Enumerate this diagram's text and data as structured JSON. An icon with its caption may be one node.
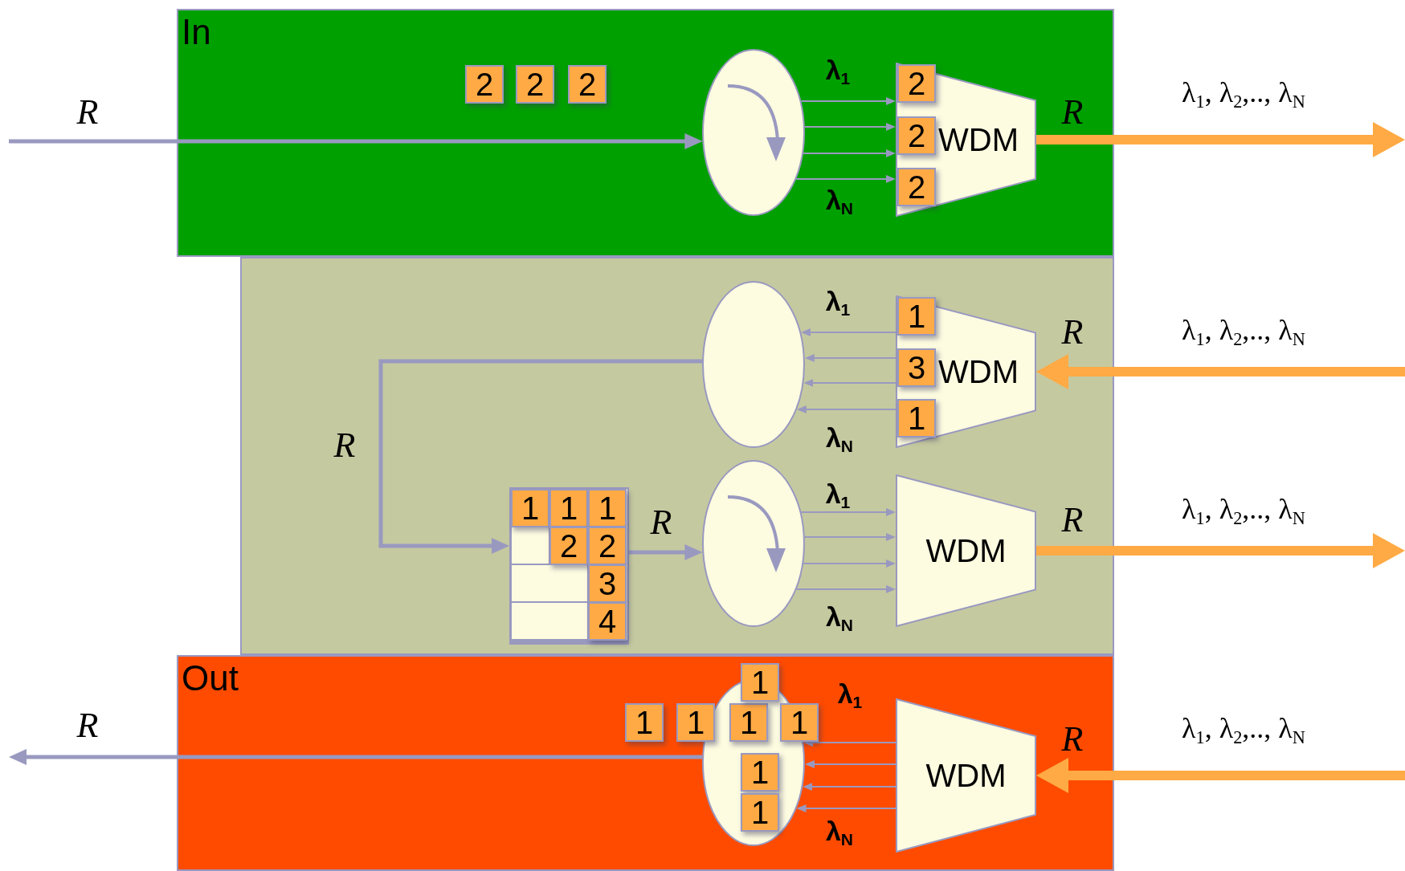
{
  "diagram": {
    "nodes": [
      {
        "text": [
          "In"
        ]
      },
      {
        "text": [
          "2"
        ],
        "in": 0
      },
      {
        "text": [
          "2"
        ],
        "in": 0
      },
      {
        "text": [
          "2"
        ],
        "in": 0
      },
      {
        "text": [],
        "shape": "circle",
        "in": 0
      },
      {
        "text": [
          "WDM"
        ],
        "in": 0
      },
      {
        "text": [
          "2"
        ],
        "in": 5
      },
      {
        "text": [
          "2"
        ],
        "in": 5
      },
      {
        "text": [
          "2"
        ],
        "in": 5
      },
      {
        "text": [],
        "shape": "box"
      },
      {
        "text": [],
        "shape": "circle",
        "in": 9
      },
      {
        "text": [
          "WDM"
        ],
        "in": 9
      },
      {
        "text": [
          "1"
        ],
        "in": 11
      },
      {
        "text": [
          "3"
        ],
        "in": 11
      },
      {
        "text": [
          "1"
        ],
        "in": 11
      },
      {
        "text": [],
        "shape": "box",
        "in": 9
      },
      {
        "text": [
          "1"
        ],
        "in": 15
      },
      {
        "text": [
          "1"
        ],
        "in": 15
      },
      {
        "text": [
          "1"
        ],
        "in": 15
      },
      {
        "text": [
          "2"
        ],
        "in": 15
      },
      {
        "text": [
          "2"
        ],
        "in": 15
      },
      {
        "text": [
          "3"
        ],
        "in": 15
      },
      {
        "text": [
          "4"
        ],
        "in": 15
      },
      {
        "text": [],
        "shape": "circle",
        "in": 9
      },
      {
        "text": [
          "WDM"
        ],
        "in": 9
      },
      {
        "text": [
          "Out"
        ]
      },
      {
        "text": [
          "1"
        ],
        "in": 25
      },
      {
        "text": [
          "1"
        ],
        "in": 25
      },
      {
        "text": [
          "1"
        ],
        "in": 25
      },
      {
        "text": [
          "1"
        ],
        "in": 33
      },
      {
        "text": [
          "1"
        ],
        "in": 25
      },
      {
        "text": [
          "1"
        ],
        "in": 33
      },
      {
        "text": [
          "1"
        ],
        "in": 33
      },
      {
        "text": [],
        "shape": "circle",
        "in": 25
      },
      {
        "text": [
          "WDM"
        ],
        "in": 25
      },
      {
        "text": [],
        "shape": "box",
        "in": 15
      },
      {
        "text": [],
        "shape": "box",
        "in": 15
      },
      {
        "text": [],
        "shape": "box",
        "in": 15
      }
    ],
    "edges": [
      {
        "from": null,
        "to": 4,
        "arrow": "to",
        "style": "thick"
      },
      {
        "from": 4,
        "to": 5,
        "arrow": "to"
      },
      {
        "from": 4,
        "to": 5,
        "arrow": "to"
      },
      {
        "from": 4,
        "to": 5,
        "arrow": "to"
      },
      {
        "from": 4,
        "to": 5,
        "arrow": "to"
      },
      {
        "from": 5,
        "to": null,
        "arrow": "to",
        "style": "thick",
        "color": "#ffaa44"
      },
      {
        "from": null,
        "to": 11,
        "arrow": "to",
        "style": "thick",
        "color": "#ffaa44"
      },
      {
        "from": 11,
        "to": 10,
        "arrow": "to"
      },
      {
        "from": 11,
        "to": 10,
        "arrow": "to"
      },
      {
        "from": 11,
        "to": 10,
        "arrow": "to"
      },
      {
        "from": 11,
        "to": 10,
        "arrow": "to"
      },
      {
        "from": 10,
        "to": 15,
        "arrow": "to",
        "style": "thick"
      },
      {
        "from": 15,
        "to": 23,
        "arrow": "to",
        "style": "thick"
      },
      {
        "from": 23,
        "to": 24,
        "arrow": "to"
      },
      {
        "from": 23,
        "to": 24,
        "arrow": "to"
      },
      {
        "from": 23,
        "to": 24,
        "arrow": "to"
      },
      {
        "from": 23,
        "to": 24,
        "arrow": "to"
      },
      {
        "from": 24,
        "to": null,
        "arrow": "to",
        "style": "thick",
        "color": "#ffaa44"
      },
      {
        "from": null,
        "to": 34,
        "arrow": "to",
        "style": "thick",
        "color": "#ffaa44"
      },
      {
        "from": 34,
        "to": 33,
        "arrow": "to"
      },
      {
        "from": 34,
        "to": 33,
        "arrow": "to"
      },
      {
        "from": 34,
        "to": 33,
        "arrow": "to"
      },
      {
        "from": 34,
        "to": 33,
        "arrow": "to"
      },
      {
        "from": 33,
        "to": null,
        "arrow": "to",
        "style": "thick"
      }
    ],
    "labels": [
      "R",
      "λ$_{1}$",
      "R",
      "λ$_{1}$, λ$_{2}$,.., λ$_{N}$",
      "λ$_{N}$",
      "λ$_{1}$",
      "R",
      "λ$_{1}$, λ$_{2}$,.., λ$_{N}$",
      "λ$_{N}$",
      "R",
      "λ$_{1}$",
      "R",
      "R",
      "λ$_{1}$, λ$_{2}$,.., λ$_{N}$",
      "λ$_{N}$",
      "λ$_{1}$",
      "R",
      "λ$_{1}$, λ$_{2}$,.., λ$_{N}$",
      "R",
      "λ$_{N}$"
    ]
  }
}
